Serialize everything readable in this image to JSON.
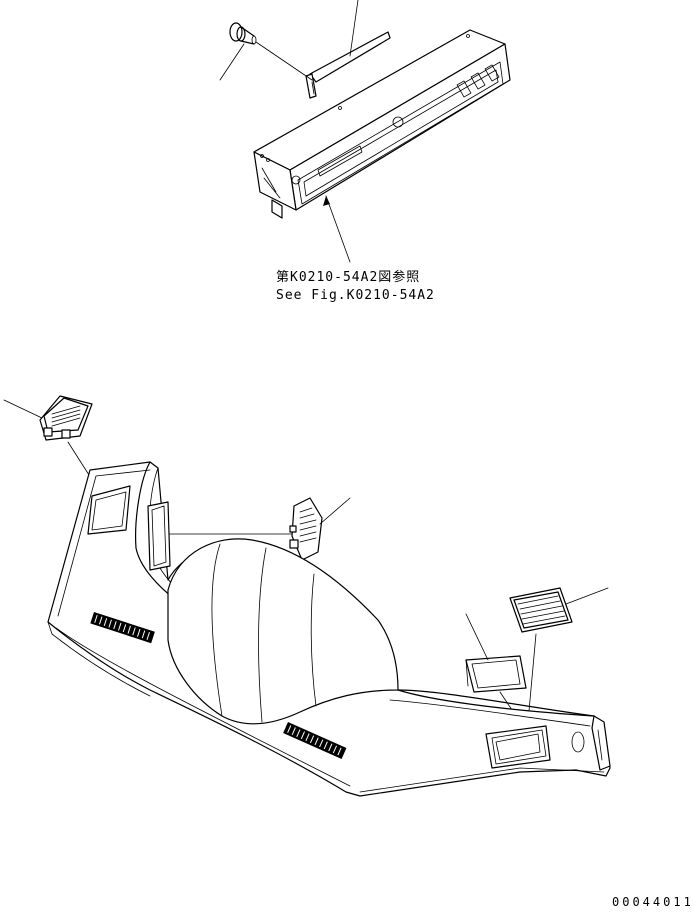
{
  "reference_note": {
    "japanese": "第K0210-54A2図参照",
    "english": "See Fig.K0210-54A2"
  },
  "drawing_code": "00044011"
}
